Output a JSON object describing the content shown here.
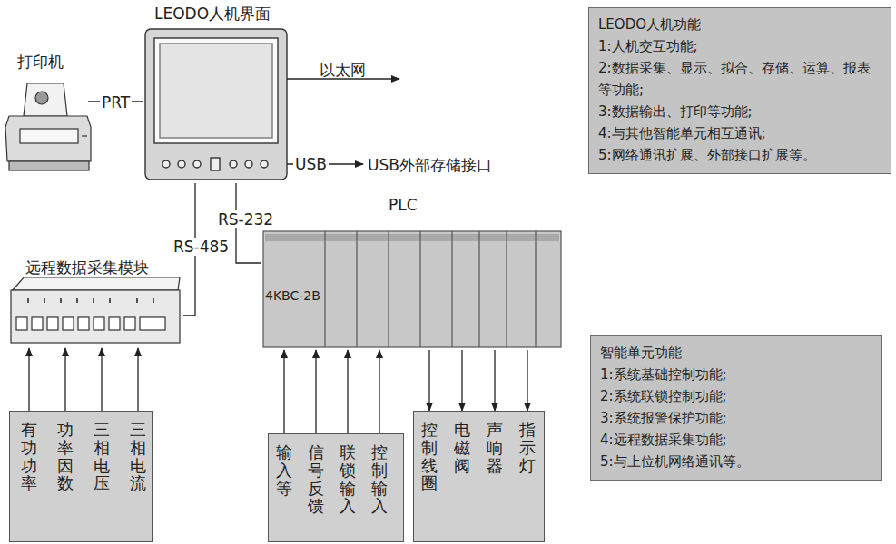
{
  "diagram": {
    "nodes": [
      {
        "text": [
          "打印机"
        ]
      },
      {
        "text": [
          "LEODO人机界面"
        ]
      },
      {
        "text": [
          "LEODO人机功能",
          "1:人机交互功能;",
          "2:数据采集、显示、拟合、存储、运算、报表等功能;",
          "3:数据输出、打印等功能;",
          "4:与其他智能单元相互通讯;",
          "5:网络通讯扩展、外部接口扩展等。"
        ]
      },
      {
        "text": [
          "远程数据采集模块"
        ]
      },
      {
        "text": [
          "PLC",
          "4KBC-2B"
        ]
      },
      {
        "text": [
          "智能单元功能",
          "1:系统基础控制功能;",
          "2:系统联锁控制功能;",
          "3:系统报警保护功能;",
          "4:远程数据采集功能;",
          "5:与上位机网络通讯等。"
        ]
      },
      {
        "text": [
          "有功功率",
          "功率因数",
          "三相电压",
          "三相电流"
        ]
      },
      {
        "text": [
          "输入等",
          "信号反馈",
          "联锁输入",
          "控制输入"
        ]
      },
      {
        "text": [
          "控制线圈",
          "电磁阀",
          "声响器",
          "指示灯"
        ]
      }
    ],
    "edges": [
      {
        "from": 0,
        "to": 1,
        "arrow": "none",
        "label": "PRT"
      },
      {
        "from": 1,
        "to": 3,
        "arrow": "none",
        "label": "RS-485"
      },
      {
        "from": 1,
        "to": 4,
        "arrow": "none",
        "label": "RS-232"
      },
      {
        "from": 6,
        "to": 3,
        "arrow": "to"
      },
      {
        "from": 6,
        "to": 3,
        "arrow": "to"
      },
      {
        "from": 6,
        "to": 3,
        "arrow": "to"
      },
      {
        "from": 6,
        "to": 3,
        "arrow": "to"
      },
      {
        "from": 7,
        "to": 4,
        "arrow": "to"
      },
      {
        "from": 7,
        "to": 4,
        "arrow": "to"
      },
      {
        "from": 7,
        "to": 4,
        "arrow": "to"
      },
      {
        "from": 7,
        "to": 4,
        "arrow": "to"
      },
      {
        "from": 4,
        "to": 8,
        "arrow": "to"
      },
      {
        "from": 4,
        "to": 8,
        "arrow": "to"
      },
      {
        "from": 4,
        "to": 8,
        "arrow": "to"
      },
      {
        "from": 4,
        "to": 8,
        "arrow": "to"
      }
    ],
    "labels": [
      "以太网",
      "USB",
      "USB外部存储接口"
    ]
  }
}
